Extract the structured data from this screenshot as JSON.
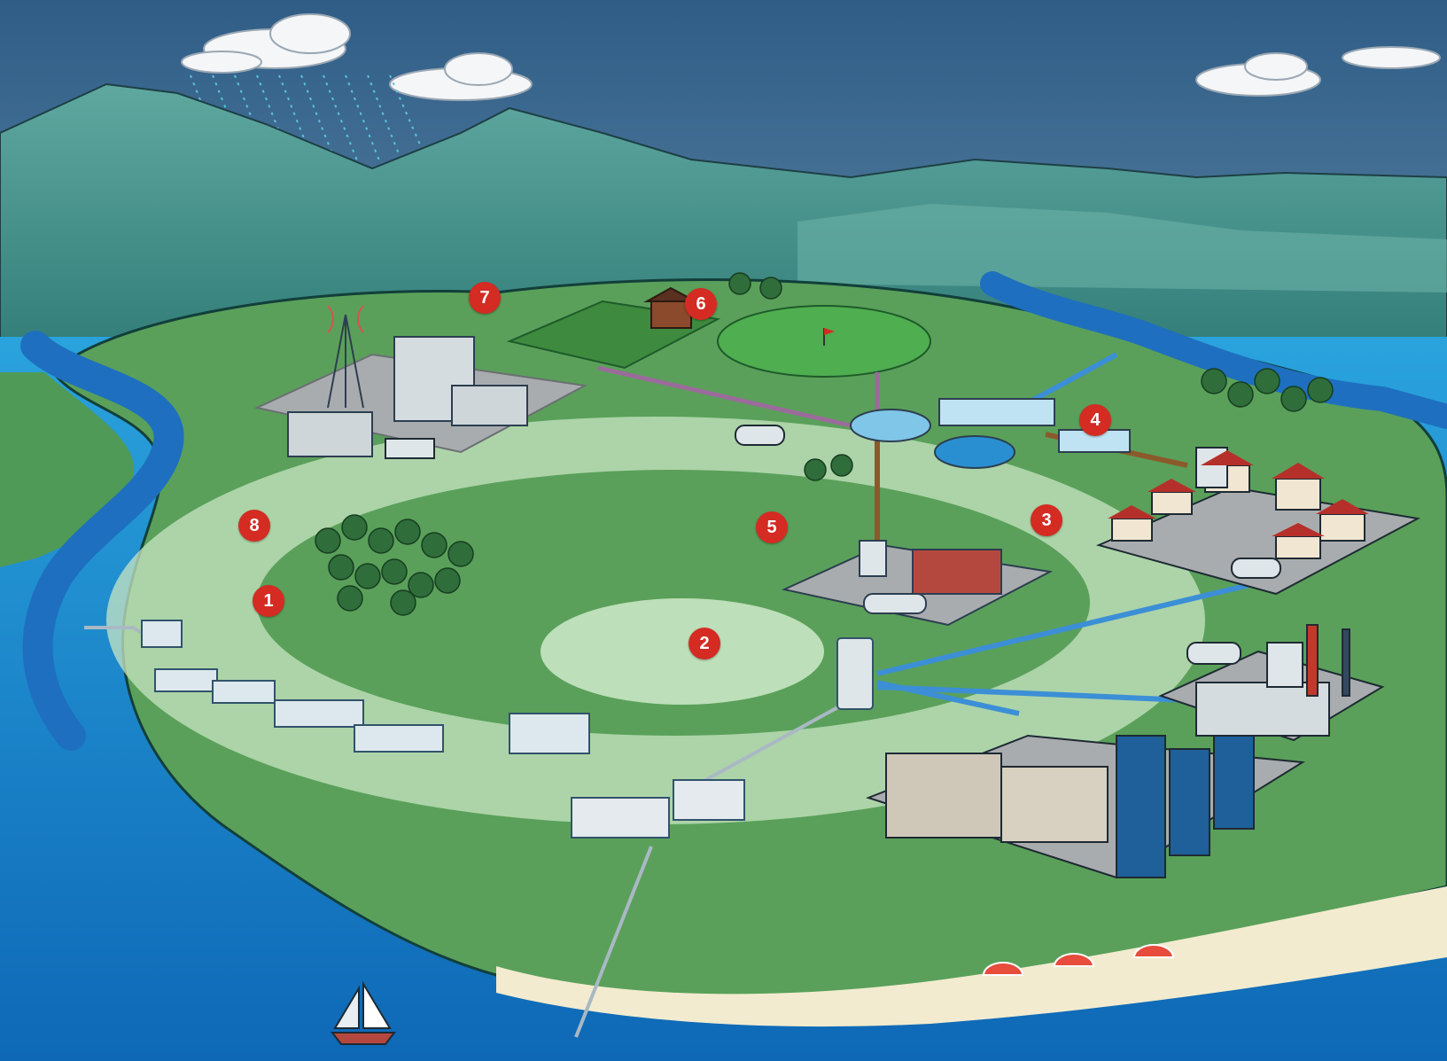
{
  "colors": {
    "marker": "#d42b23",
    "marker_text": "#ffffff",
    "sky_top": "#2f5d86",
    "sky_bottom": "#9cc0d8",
    "mountain": "#3f8c86",
    "land": "#7fbf6e",
    "zone_outer": "#c8e6c3",
    "zone_inner": "#5aa05a",
    "river": "#1e6fbf",
    "sea": "#2aa3dd",
    "beach": "#f2ebcf",
    "clean_water_pipe": "#3c8fd6",
    "wastewater_pipe": "#8b5a2b",
    "reuse_pipe": "#9b6b9b"
  },
  "markers": [
    {
      "label": "1",
      "id": "water-treatment-plant"
    },
    {
      "label": "2",
      "id": "water-tower-distribution"
    },
    {
      "label": "3",
      "id": "residential-area"
    },
    {
      "label": "4",
      "id": "sewage-pretreatment"
    },
    {
      "label": "5",
      "id": "industrial-wastewater-plant"
    },
    {
      "label": "6",
      "id": "golf-course-irrigation"
    },
    {
      "label": "7",
      "id": "agricultural-irrigation"
    },
    {
      "label": "8",
      "id": "protected-forest-area"
    }
  ]
}
